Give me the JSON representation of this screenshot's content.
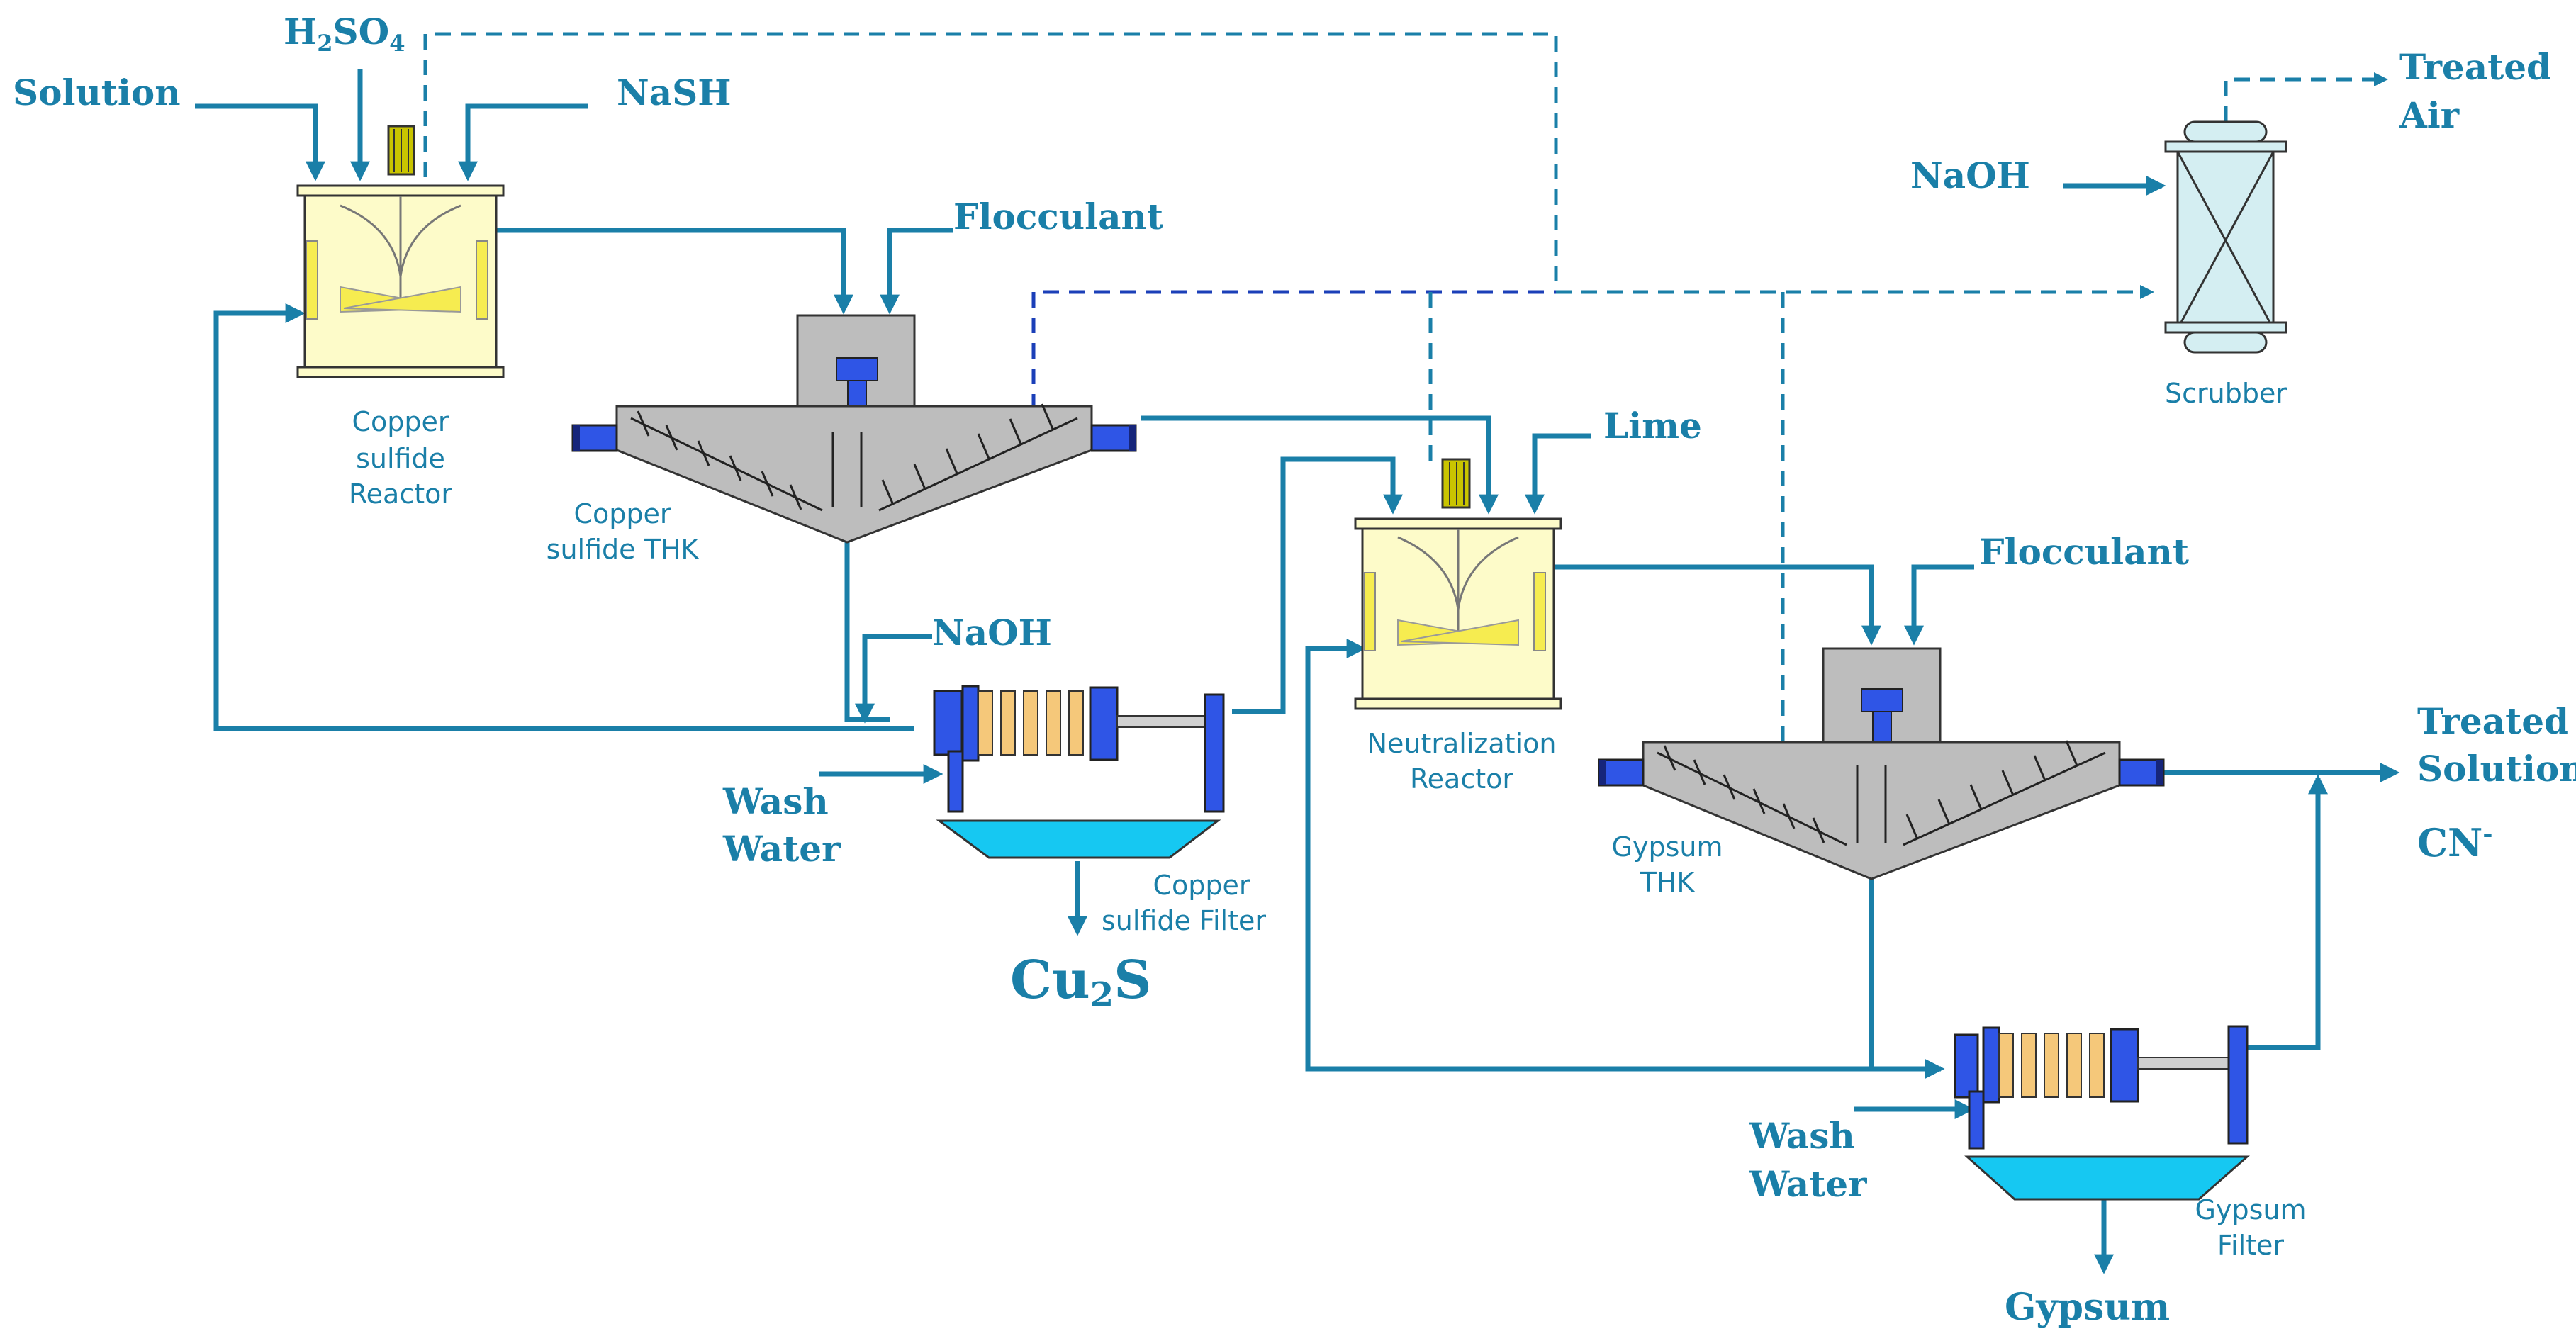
{
  "streams": {
    "solution": "Solution",
    "h2so4_main": "H",
    "h2so4_sub2": "2",
    "h2so4_mid": "SO",
    "h2so4_sub4": "4",
    "nash": "NaSH",
    "flocculant_1": "Flocculant",
    "naoh_filter": "NaOH",
    "wash_water_1a": "Wash",
    "wash_water_1b": "Water",
    "cu2s_main": "Cu",
    "cu2s_sub": "2",
    "cu2s_end": "S",
    "lime": "Lime",
    "flocculant_2": "Flocculant",
    "naoh_scrubber": "NaOH",
    "treated_air_1": "Treated",
    "treated_air_2": "Air",
    "treated_solution_1": "Treated",
    "treated_solution_2": "Solution",
    "cn_main": "CN",
    "cn_sup": "-",
    "wash_water_2a": "Wash",
    "wash_water_2b": "Water",
    "gypsum": "Gypsum"
  },
  "units": {
    "cu_reactor": [
      "Copper",
      "sulfide",
      "Reactor"
    ],
    "cu_thk": [
      "Copper",
      "sulfide THK"
    ],
    "cu_filter": [
      "Copper",
      "sulfide Filter"
    ],
    "neut_reactor": [
      "Neutralization",
      "Reactor"
    ],
    "gyp_thk": [
      "Gypsum",
      "THK"
    ],
    "gyp_filter": [
      "Gypsum",
      "Filter"
    ],
    "scrubber": "Scrubber"
  },
  "colors": {
    "pipe": "#1a7fa8",
    "reactor_fill": "#fdfbc9",
    "equipment_grey": "#bdbdbd",
    "filter_plate": "#f5c87a",
    "filter_blue": "#2f55e6",
    "tray": "#16c8f2",
    "scrubber_fill": "#d4eef2"
  }
}
